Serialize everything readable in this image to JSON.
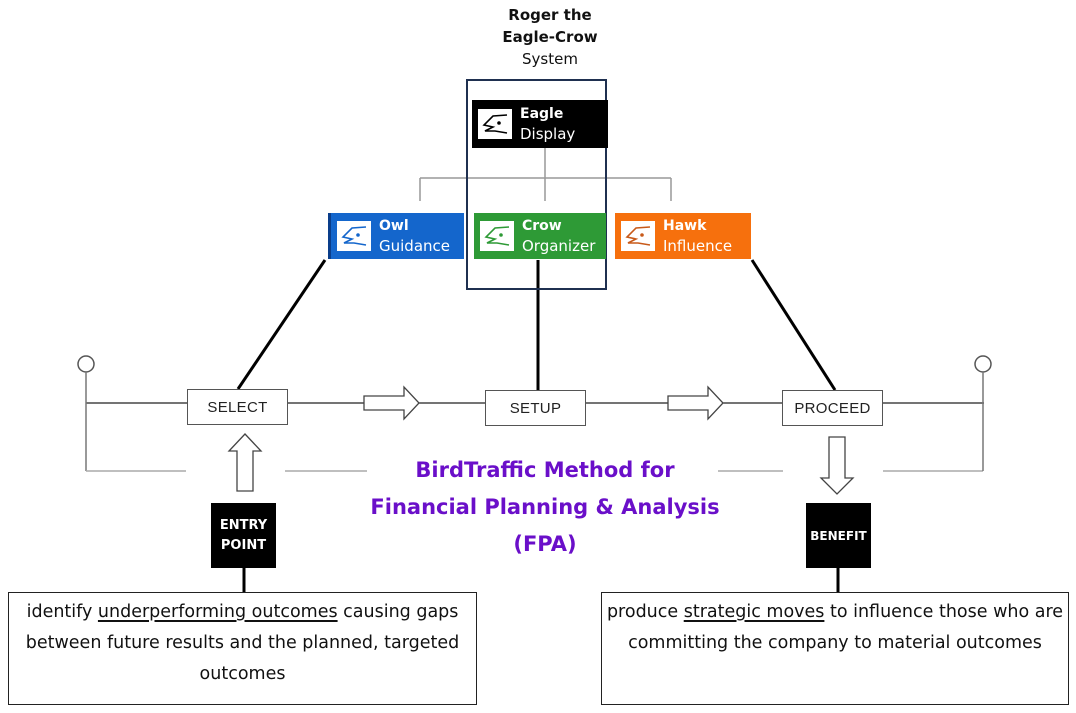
{
  "system": {
    "title_line1": "Roger the",
    "title_line2": "Eagle-Crow",
    "title_line3": "System"
  },
  "birds": {
    "eagle": {
      "name": "Eagle",
      "role": "Display",
      "color": "#000000"
    },
    "owl": {
      "name": "Owl",
      "role": "Guidance",
      "color": "#1466cc"
    },
    "crow": {
      "name": "Crow",
      "role": "Organizer",
      "color": "#2e9a36"
    },
    "hawk": {
      "name": "Hawk",
      "role": "Influence",
      "color": "#f6700d"
    }
  },
  "steps": {
    "select": "SELECT",
    "setup": "SETUP",
    "proceed": "PROCEED"
  },
  "tags": {
    "entry_line1": "ENTRY",
    "entry_line2": "POINT",
    "benefit": "BENEFIT"
  },
  "method": {
    "line1": "BirdTraffic Method for",
    "line2": "Financial Planning & Analysis",
    "line3": "(FPA)",
    "color": "#6a0fc9"
  },
  "entry_desc": {
    "before": "identify ",
    "underlined": "underperforming outcomes",
    "after": " causing gaps between future results and the planned, targeted outcomes"
  },
  "benefit_desc": {
    "before": "produce ",
    "underlined": "strategic moves",
    "after": " to influence those who are committing the company to material outcomes"
  }
}
